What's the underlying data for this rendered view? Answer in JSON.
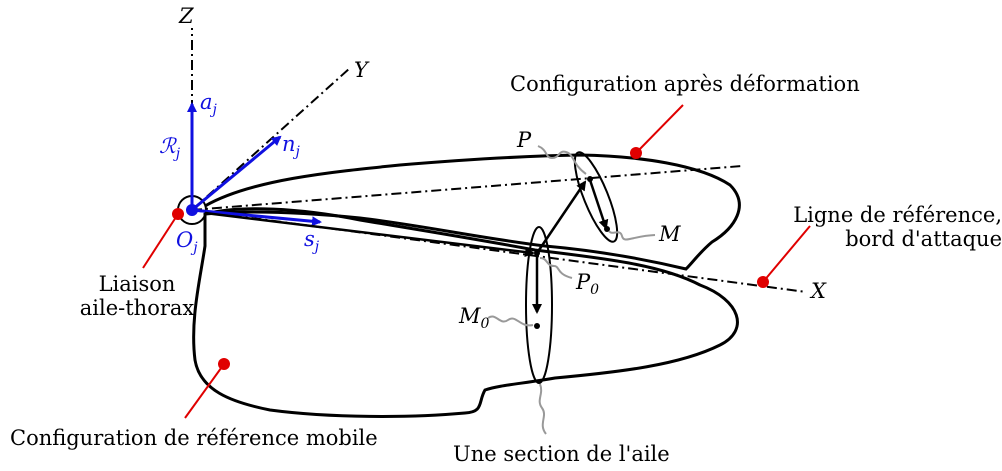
{
  "labels": {
    "config_deformed": "Configuration après déformation",
    "ref_line_1": "Ligne de référence,",
    "ref_line_2": "bord d'attaque",
    "hinge_1": "Liaison",
    "hinge_2": "aile-thorax",
    "config_ref": "Configuration de référence mobile",
    "section": "Une section de l'aile"
  },
  "axes": {
    "Z": "Z",
    "Y": "Y",
    "X": "X"
  },
  "vectors": {
    "a": "a",
    "a_sub": "j",
    "n": "n",
    "n_sub": "j",
    "s": "s",
    "s_sub": "j",
    "R": "ℛ",
    "R_sub": "j",
    "O": "O",
    "O_sub": "j"
  },
  "points": {
    "P": "P",
    "M": "M",
    "P0": "P",
    "P0_sub": "0",
    "M0": "M",
    "M0_sub": "0"
  },
  "colors": {
    "vector_blue": "#1010e0",
    "marker_red": "#e00000",
    "leader_red": "#e00000",
    "squiggle_gray": "#999999"
  }
}
